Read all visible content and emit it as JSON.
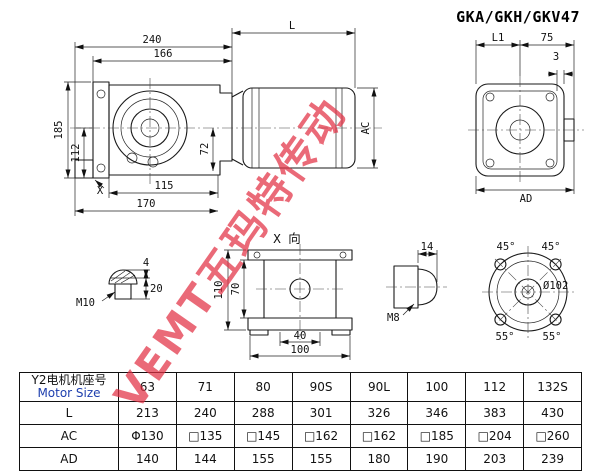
{
  "title": "GKA/GKH/GKV47",
  "watermark": "VEMT五玛特传动",
  "views": {
    "main": {
      "dims": {
        "w240": "240",
        "L": "L",
        "w166": "166",
        "h185": "185",
        "h112": "112",
        "h72": "72",
        "x": "X",
        "w115": "115",
        "w170": "170",
        "ac": "AC"
      }
    },
    "rear": {
      "dims": {
        "L1": "L1",
        "w75": "75",
        "t3": "3",
        "ad": "AD"
      }
    },
    "x_view": {
      "label": "X 向",
      "dims": {
        "h110": "110",
        "h70": "70",
        "w40": "40",
        "w100": "100"
      }
    },
    "eyebolt": {
      "dims": {
        "m10": "M10",
        "t4": "4",
        "l20": "20"
      }
    },
    "shaft": {
      "dims": {
        "w14": "14",
        "m8": "M8"
      }
    },
    "flange": {
      "dims": {
        "a45l": "45°",
        "a45r": "45°",
        "a55l": "55°",
        "a55r": "55°",
        "dia": "Ø102"
      }
    }
  },
  "table": {
    "header": {
      "label_cn": "Y2电机机座号",
      "label_en": "Motor Size",
      "values": [
        "63",
        "71",
        "80",
        "90S",
        "90L",
        "100",
        "112",
        "132S"
      ]
    },
    "rows": [
      {
        "label": "L",
        "values": [
          "213",
          "240",
          "288",
          "301",
          "326",
          "346",
          "383",
          "430"
        ]
      },
      {
        "label": "AC",
        "values": [
          "Φ130",
          "□135",
          "□145",
          "□162",
          "□162",
          "□185",
          "□204",
          "□260"
        ]
      },
      {
        "label": "AD",
        "values": [
          "140",
          "144",
          "155",
          "155",
          "180",
          "190",
          "203",
          "239"
        ]
      }
    ]
  },
  "colors": {
    "watermark_red": "#e23044",
    "table_blue": "#1e3fae",
    "line": "#1a1a1a"
  }
}
